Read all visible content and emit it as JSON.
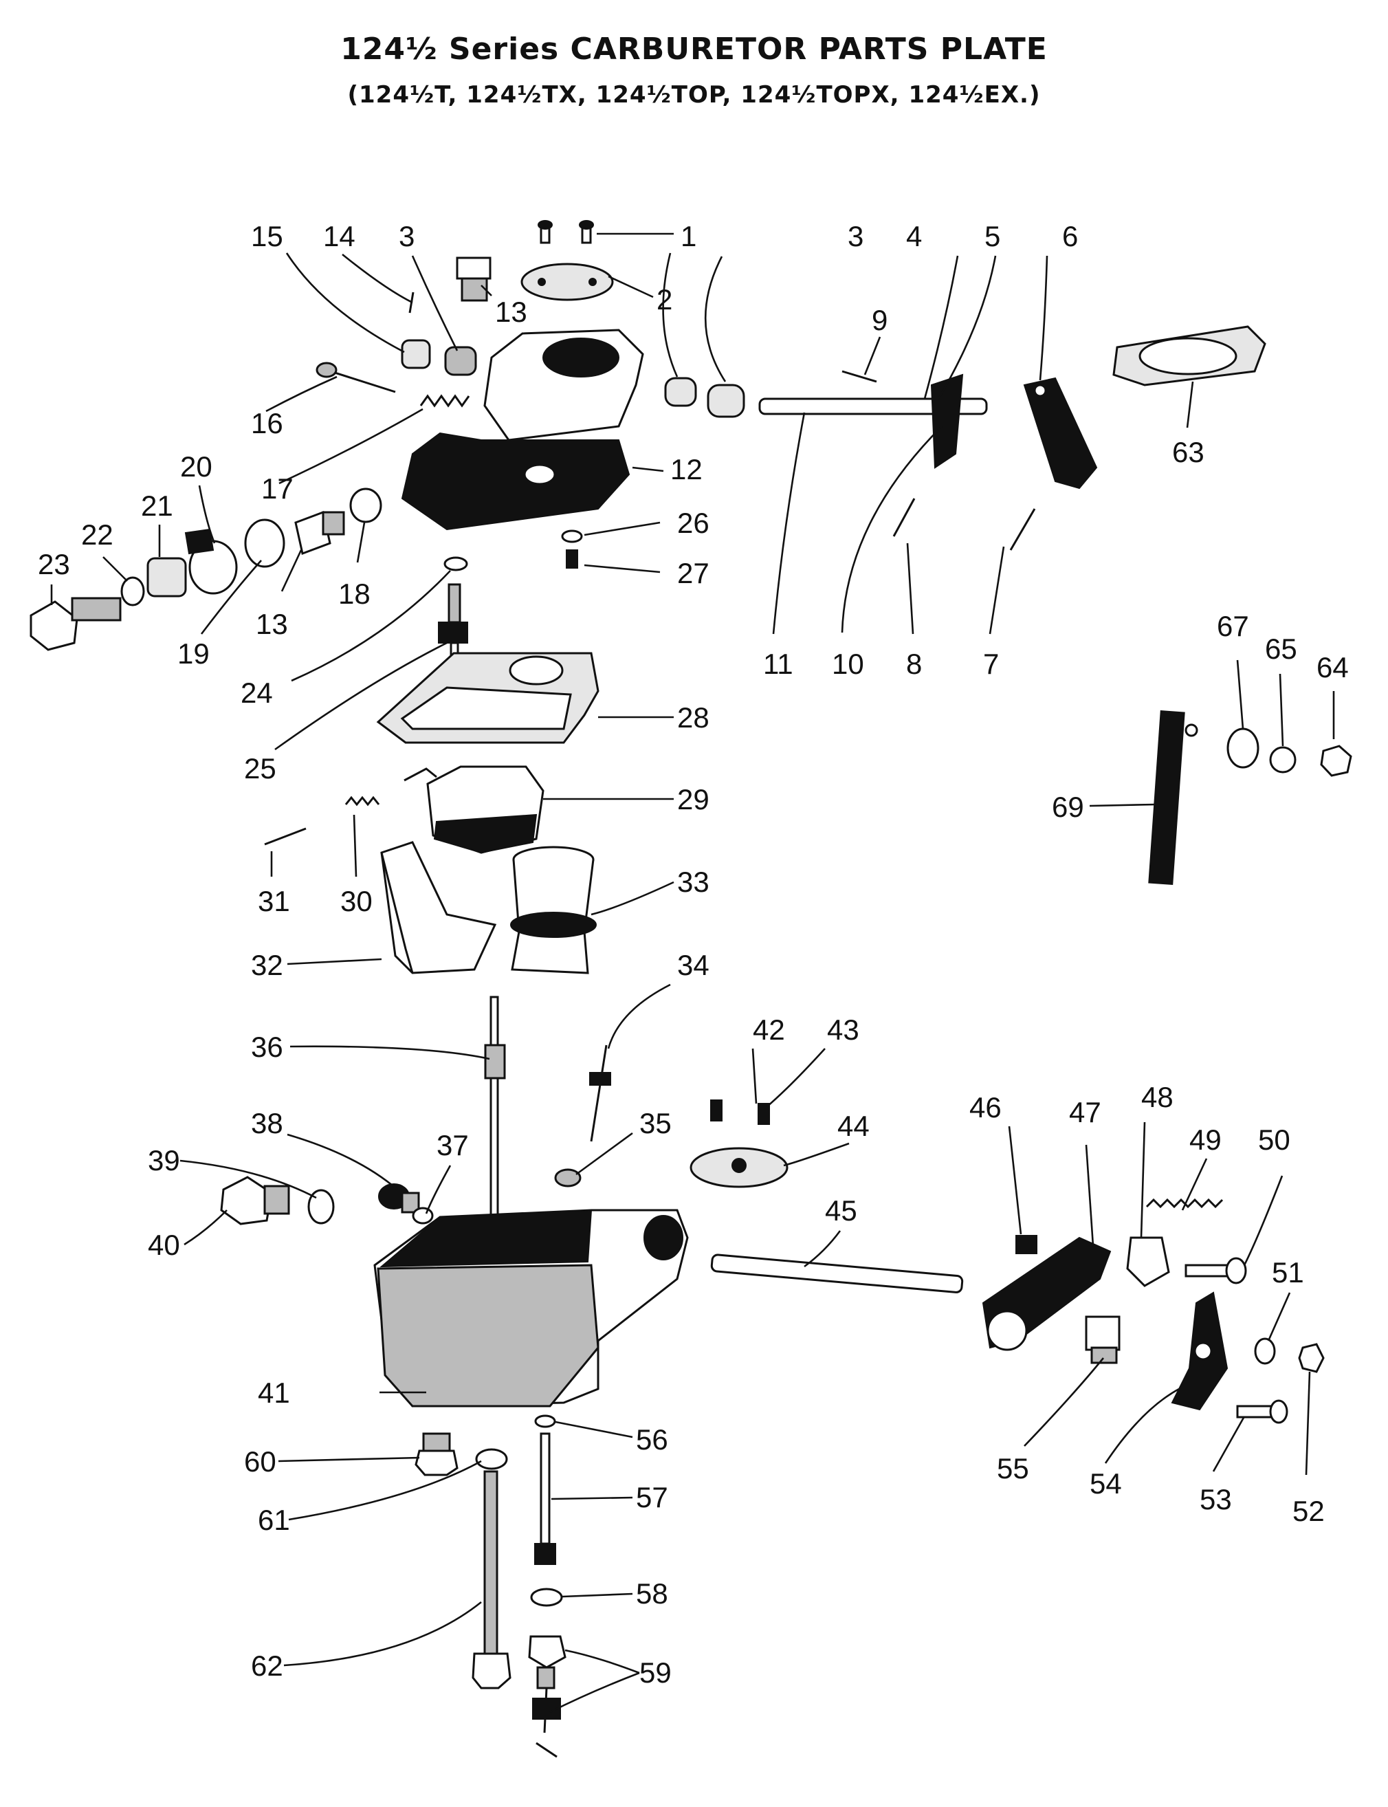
{
  "title": "124½ Series CARBURETOR PARTS PLATE",
  "subtitle": "(124½T, 124½TX, 124½TOP, 124½TOPX, 124½EX.)",
  "labels": {
    "n1": "1",
    "n2": "2",
    "n3a": "3",
    "n3b": "3",
    "n4": "4",
    "n5": "5",
    "n6": "6",
    "n7": "7",
    "n8": "8",
    "n9": "9",
    "n10": "10",
    "n11": "11",
    "n12": "12",
    "n13a": "13",
    "n13b": "13",
    "n14": "14",
    "n15": "15",
    "n16": "16",
    "n17": "17",
    "n18": "18",
    "n19": "19",
    "n20": "20",
    "n21": "21",
    "n22": "22",
    "n23": "23",
    "n24": "24",
    "n25": "25",
    "n26": "26",
    "n27": "27",
    "n28": "28",
    "n29": "29",
    "n30": "30",
    "n31": "31",
    "n32": "32",
    "n33": "33",
    "n34": "34",
    "n35": "35",
    "n36": "36",
    "n37": "37",
    "n38": "38",
    "n39": "39",
    "n40": "40",
    "n41": "41",
    "n42": "42",
    "n43": "43",
    "n44": "44",
    "n45": "45",
    "n46": "46",
    "n47": "47",
    "n48": "48",
    "n49": "49",
    "n50": "50",
    "n51": "51",
    "n52": "52",
    "n53": "53",
    "n54": "54",
    "n55": "55",
    "n56": "56",
    "n57": "57",
    "n58": "58",
    "n59": "59",
    "n60": "60",
    "n61": "61",
    "n62": "62",
    "n63": "63",
    "n64": "64",
    "n65": "65",
    "n67": "67",
    "n69": "69"
  },
  "colors": {
    "ink": "#111111",
    "paper": "#ffffff",
    "shade": "#bbbbbb"
  }
}
